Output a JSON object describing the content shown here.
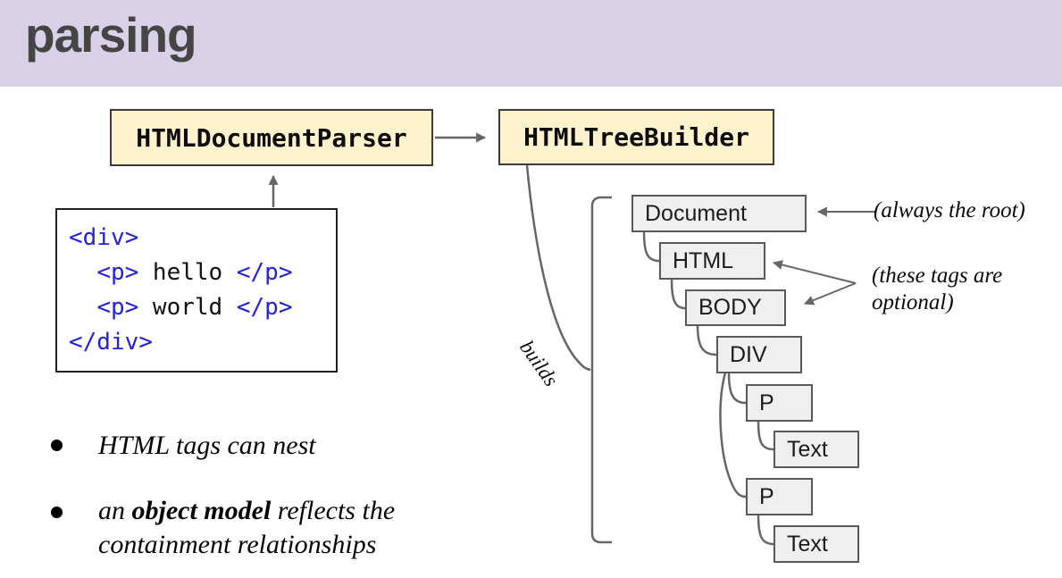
{
  "header": {
    "title": "parsing",
    "bg_color": "#d8d1e7",
    "title_color": "#454545"
  },
  "flow": {
    "parser_label": "HTMLDocumentParser",
    "treebuilder_label": "HTMLTreeBuilder",
    "builds_label": "builds",
    "box_bg_color": "#fff2cc",
    "line_color": "#666666"
  },
  "code": {
    "line1": "<div>",
    "line2": {
      "indent": "  ",
      "open": "<p>",
      "text": " hello ",
      "close": "</p>"
    },
    "line3": {
      "indent": "  ",
      "open": "<p>",
      "text": " world ",
      "close": "</p>"
    },
    "line4": "</div>",
    "tag_color": "#2222dd"
  },
  "tree": {
    "node_bg_color": "#efefef",
    "nodes": [
      {
        "label": "Document"
      },
      {
        "label": "HTML"
      },
      {
        "label": "BODY"
      },
      {
        "label": "DIV"
      },
      {
        "label": "P"
      },
      {
        "label": "Text"
      },
      {
        "label": "P"
      },
      {
        "label": "Text"
      }
    ]
  },
  "annotations": {
    "root_note": "(always the root)",
    "optional_note_line1": "(these tags are",
    "optional_note_line2": "optional)"
  },
  "bullets": {
    "item1": "HTML tags can nest",
    "item2_part1": "an ",
    "item2_bold": "object model",
    "item2_part2": " reflects the",
    "item2_line2": "containment relationships"
  }
}
